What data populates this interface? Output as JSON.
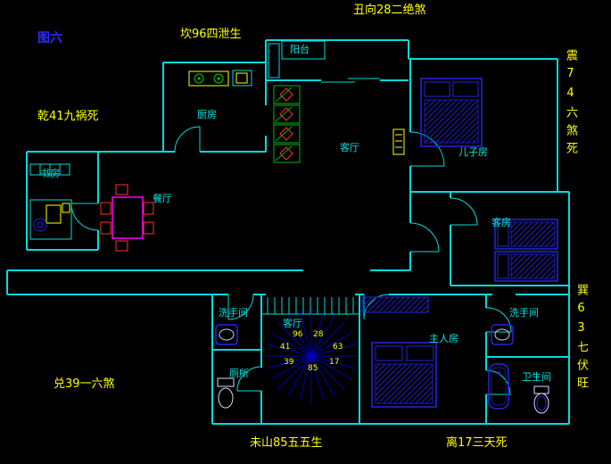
{
  "figure_label": "图六",
  "colors": {
    "background": "#000000",
    "wall": "#00dddd",
    "room_text": "#00e6e6",
    "fengshui_text": "#ffff00",
    "figure_text": "#2b2bff",
    "furniture_blue": "#2525e0",
    "dining_magenta": "#ff00ff",
    "chair_red": "#ff3030",
    "plant_green": "#00b800",
    "compass_blue": "#0000b4",
    "fixture_yellow": "#ffff00"
  },
  "fengshui": {
    "top_left": "坎96四泄生",
    "top_center": "丑向28二绝煞",
    "left_upper": "乾41九祸死",
    "left_lower": "兑39一六煞",
    "right_upper": "震74六煞死",
    "right_lower": "巽63七伏旺",
    "bottom_left": "未山85五五生",
    "bottom_right": "离17三天死"
  },
  "rooms": {
    "balcony": "阳台",
    "kitchen": "厨房",
    "living_room": "客厅",
    "sons_room": "儿子房",
    "dining_room": "餐厅",
    "study": "书房",
    "guest_room": "客房",
    "washroom_left": "洗手间",
    "stair_hall": "客厅",
    "master_room": "主人房",
    "washroom_right": "洗手间",
    "toilet": "厕所",
    "bathroom": "卫生间"
  },
  "compass": {
    "numbers": [
      "96",
      "28",
      "41",
      "63",
      "39",
      "85",
      "17"
    ]
  }
}
